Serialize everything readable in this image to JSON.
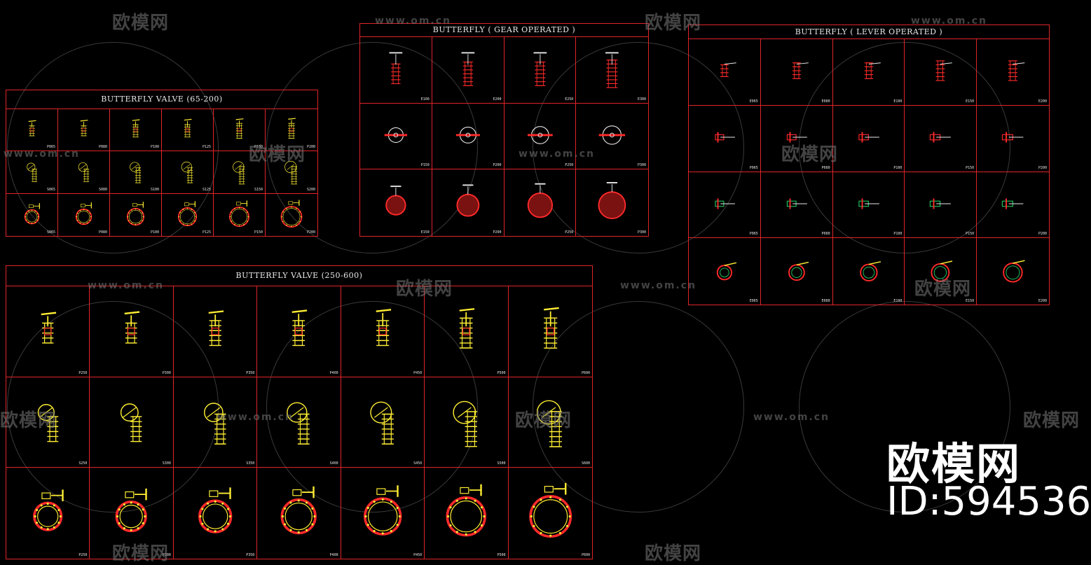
{
  "colors": {
    "frame": "#e0242a",
    "yellow": "#ffee33",
    "red": "#ff2a2a",
    "white": "#e8e8e8",
    "green": "#22c55e"
  },
  "panels": [
    {
      "key": "p1",
      "title": "BUTTERFLY VALVE (65-200)",
      "cols": 6,
      "rows": 3,
      "labels": [
        "P065",
        "P080",
        "P100",
        "P125",
        "P150",
        "P200",
        "S065",
        "S080",
        "S100",
        "S125",
        "S150",
        "S200",
        "S065",
        "P080",
        "P100",
        "P125",
        "P150",
        "P200"
      ]
    },
    {
      "key": "p2",
      "title": "BUTTERFLY ( GEAR OPERATED )",
      "cols": 4,
      "rows": 3,
      "labels": [
        "E100",
        "E200",
        "E250",
        "E300",
        "P150",
        "P200",
        "P250",
        "P300",
        "E150",
        "P200",
        "P250",
        "P300"
      ]
    },
    {
      "key": "p3",
      "title": "BUTTERFLY ( LEVER OPERATED )",
      "cols": 5,
      "rows": 4,
      "labels": [
        "E065",
        "E080",
        "E100",
        "E150",
        "E200",
        "P065",
        "P080",
        "P100",
        "P150",
        "P200",
        "P065",
        "P080",
        "P100",
        "P150",
        "P200",
        "E065",
        "E080",
        "E100",
        "E150",
        "E200"
      ]
    },
    {
      "key": "p4",
      "title": "BUTTERFLY VALVE (250-600)",
      "cols": 7,
      "rows": 3,
      "labels": [
        "P250",
        "P300",
        "P350",
        "P400",
        "P450",
        "P500",
        "P600",
        "S250",
        "S300",
        "S350",
        "S400",
        "S450",
        "S500",
        "S600",
        "P250",
        "P300",
        "P350",
        "P400",
        "P450",
        "P500",
        "P600"
      ]
    }
  ],
  "watermarks": {
    "url": "www.om.cn",
    "brand": "欧模网"
  },
  "brand_big": "欧模网",
  "id_text": "ID:594536"
}
